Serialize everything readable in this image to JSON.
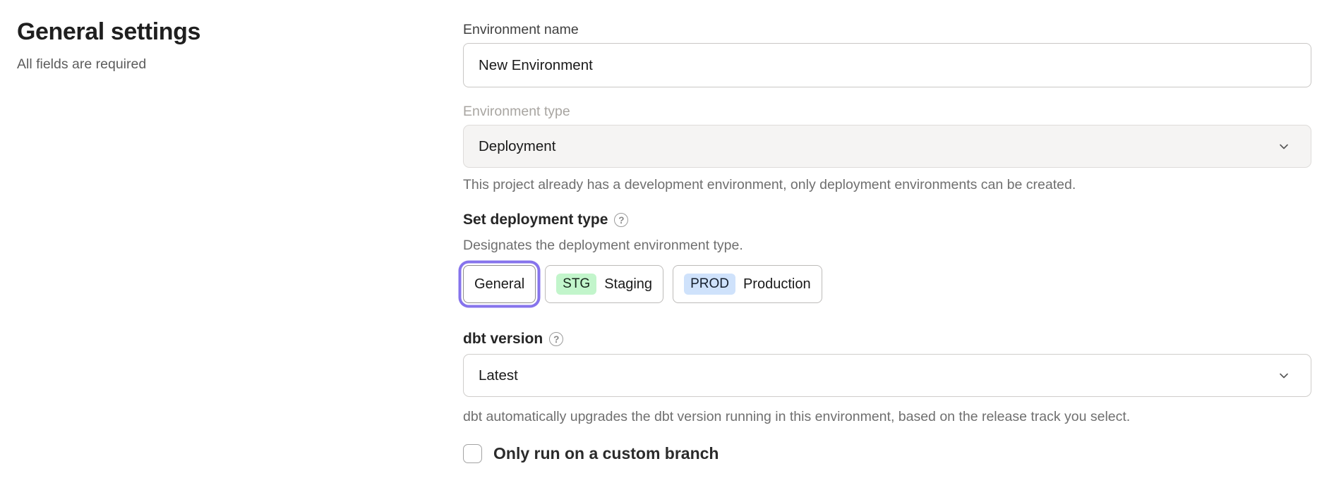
{
  "page": {
    "title": "General settings",
    "subtitle": "All fields are required"
  },
  "form": {
    "environment_name": {
      "label": "Environment name",
      "value": "New Environment"
    },
    "environment_type": {
      "label": "Environment type",
      "value": "Deployment",
      "disabled": true,
      "helper": "This project already has a development environment, only deployment environments can be created."
    },
    "deployment_type": {
      "label": "Set deployment type",
      "help_icon": "?",
      "description": "Designates the deployment environment type.",
      "options": [
        {
          "label": "General",
          "selected": true
        },
        {
          "badge": "STG",
          "label": "Staging",
          "badge_color": "#c2f5cb",
          "selected": false
        },
        {
          "badge": "PROD",
          "label": "Production",
          "badge_color": "#cfe2fb",
          "selected": false
        }
      ]
    },
    "dbt_version": {
      "label": "dbt version",
      "help_icon": "?",
      "value": "Latest",
      "helper": "dbt automatically upgrades the dbt version running in this environment, based on the release track you select."
    },
    "custom_branch": {
      "label": "Only run on a custom branch",
      "checked": false
    }
  },
  "colors": {
    "accent_purple": "#8674ec",
    "staging_badge_bg": "#c2f5cb",
    "production_badge_bg": "#cfe2fb",
    "disabled_field_bg": "#f5f4f3"
  }
}
